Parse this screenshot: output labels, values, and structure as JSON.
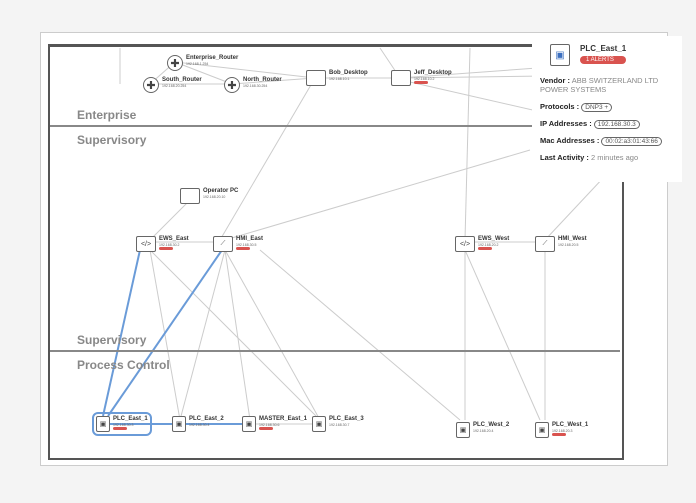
{
  "zones": [
    "Enterprise",
    "Supervisory",
    "Supervisory",
    "Process Control"
  ],
  "nodes": [
    {
      "name": "Enterprise_Router",
      "ip": "192.168.1.254",
      "icon": "router-icon",
      "alert": false
    },
    {
      "name": "South_Router",
      "ip": "192.168.20.254",
      "icon": "router-icon",
      "alert": false
    },
    {
      "name": "North_Router",
      "ip": "192.168.30.254",
      "icon": "router-icon",
      "alert": false
    },
    {
      "name": "Bob_Desktop",
      "ip": "192.168.10.1",
      "icon": "monitor-icon",
      "alert": false
    },
    {
      "name": "Jeff_Desktop",
      "ip": "192.168.10.2",
      "icon": "monitor-icon",
      "alert": true
    },
    {
      "name": "Operator PC",
      "ip": "192.168.20.10",
      "icon": "monitor-icon",
      "alert": false
    },
    {
      "name": "EWS_East",
      "ip": "192.168.30.2",
      "icon": "code-laptop-icon",
      "alert": true
    },
    {
      "name": "HMI_East",
      "ip": "192.168.30.5",
      "icon": "chart-monitor-icon",
      "alert": true
    },
    {
      "name": "EWS_West",
      "ip": "192.168.20.2",
      "icon": "code-laptop-icon",
      "alert": true
    },
    {
      "name": "HMI_West",
      "ip": "192.168.20.5",
      "icon": "chart-monitor-icon",
      "alert": false
    },
    {
      "name": "PLC_East_1",
      "ip": "192.168.30.3",
      "icon": "plc-icon",
      "alert": true
    },
    {
      "name": "PLC_East_2",
      "ip": "192.168.30.4",
      "icon": "plc-icon",
      "alert": false
    },
    {
      "name": "MASTER_East_1",
      "ip": "192.168.30.6",
      "icon": "plc-icon",
      "alert": true
    },
    {
      "name": "PLC_East_3",
      "ip": "192.168.30.7",
      "icon": "plc-icon",
      "alert": false
    },
    {
      "name": "PLC_West_2",
      "ip": "192.168.20.4",
      "icon": "plc-icon",
      "alert": false
    },
    {
      "name": "PLC_West_1",
      "ip": "192.168.20.3",
      "icon": "plc-icon",
      "alert": true
    }
  ],
  "details": {
    "name": "PLC_East_1",
    "alerts": "1 ALERTS",
    "vendor_label": "Vendor :",
    "vendor": "ABB SWITZERLAND LTD POWER SYSTEMS",
    "protocols_label": "Protocols :",
    "protocol": "DNP3 +",
    "ip_label": "IP Addresses :",
    "ip": "192.168.30.3",
    "mac_label": "Mac Addresses :",
    "mac": "00:02:a3:01:43:66",
    "activity_label": "Last Activity :",
    "activity": "2 minutes ago"
  },
  "colors": {
    "alert": "#d9534f",
    "selected": "#6a9bd8"
  }
}
